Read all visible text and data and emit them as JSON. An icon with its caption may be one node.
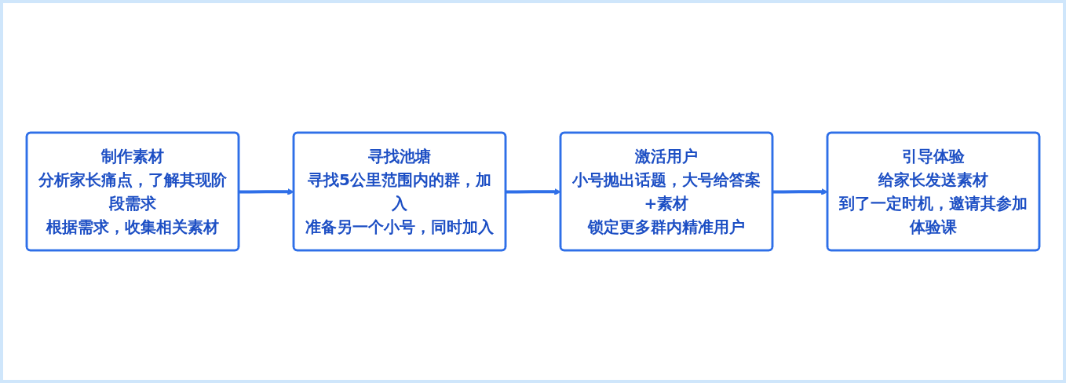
{
  "diagram": {
    "nodes": [
      {
        "text": [
          "制作素材",
          "分析家长痛点，了解其现阶段需求",
          "根据需求，收集相关素材"
        ]
      },
      {
        "text": [
          "寻找池塘",
          "寻找5公里范围内的群，加入",
          "准备另一个小号，同时加入"
        ]
      },
      {
        "text": [
          "激活用户",
          "小号抛出话题，大号给答案+素材",
          "锁定更多群内精准用户"
        ]
      },
      {
        "text": [
          "引导体验",
          "给家长发送素材",
          "到了一定时机，邀请其参加体验课"
        ]
      }
    ],
    "edges": [
      {
        "from": 0,
        "to": 1,
        "arrow": "to"
      },
      {
        "from": 1,
        "to": 2,
        "arrow": "to"
      },
      {
        "from": 2,
        "to": 3,
        "arrow": "to"
      }
    ]
  }
}
